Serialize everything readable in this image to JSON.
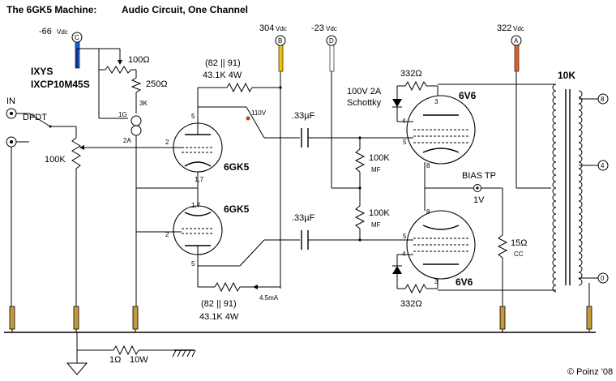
{
  "title": "The 6GK5 Machine:",
  "subtitle": "Audio Circuit, One Channel",
  "copyright": "© Poinz '08",
  "supplies": {
    "c": {
      "letter": "C",
      "voltage": "-66",
      "unit": "Vdc",
      "color": "#1a5fd6"
    },
    "b": {
      "letter": "B",
      "voltage": "304",
      "unit": "Vdc",
      "color": "#f2c200"
    },
    "d": {
      "letter": "D",
      "voltage": "-23",
      "unit": "Vdc",
      "color": "#ffffff"
    },
    "a": {
      "letter": "A",
      "voltage": "322",
      "unit": "Vdc",
      "color": "#e0602a"
    }
  },
  "ccs": {
    "part_line1": "IXYS",
    "part_line2": "IXCP10M45S",
    "pot": "100Ω",
    "r1": "250Ω",
    "r2": "3K",
    "pin_g": "1G",
    "pin_a": "2A"
  },
  "input": {
    "in_label": "IN",
    "switch": "DPDT",
    "volume": "100K"
  },
  "tubes": {
    "upper": {
      "name": "6GK5",
      "pin5": "5",
      "pin2": "2",
      "pin17": "1,7"
    },
    "lower": {
      "name": "6GK5",
      "pin17": "1,7",
      "pin2": "2",
      "pin5": "5"
    },
    "out_upper": {
      "name": "6V6",
      "pin3": "3",
      "pin4": "4",
      "pin5": "5",
      "pin8": "8"
    },
    "out_lower": {
      "name": "6V6",
      "pin8": "8",
      "pin5": "5",
      "pin4": "4",
      "pin3": "3"
    }
  },
  "plate_load_top": {
    "value": "(82 || 91)",
    "rating": "43.1K 4W",
    "tap": "110V"
  },
  "plate_load_bottom": {
    "value": "(82 || 91)",
    "rating": "43.1K 4W",
    "tap": "4.5mA"
  },
  "coupling": {
    "c1": ".33µF",
    "c2": ".33µF"
  },
  "grid_resistors": {
    "r1": "100K",
    "r1_type": "MF",
    "r2": "100K",
    "r2_type": "MF"
  },
  "output_stage": {
    "schottky": "100V 2A",
    "schottky_label": "Schottky",
    "r_top": "332Ω",
    "r_bottom": "332Ω",
    "bias_tp": "BIAS TP",
    "bias_v": "1V",
    "cathode_r": "15Ω",
    "cathode_r_type": "CC"
  },
  "transformer": {
    "impedance": "10K",
    "taps": [
      "8",
      "4",
      "0"
    ]
  },
  "ground": {
    "resistor": "1Ω",
    "rating": "10W"
  }
}
